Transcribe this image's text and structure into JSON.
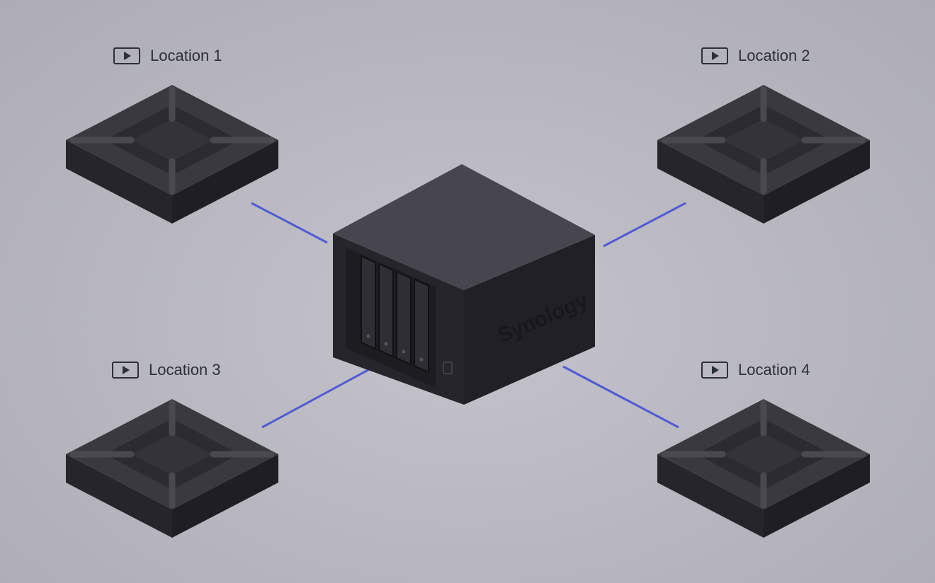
{
  "hub": {
    "brand": "Synology",
    "bay_count": 4
  },
  "locations": [
    {
      "label": "Location 1",
      "icon": "play-video-icon"
    },
    {
      "label": "Location 2",
      "icon": "play-video-icon"
    },
    {
      "label": "Location 3",
      "icon": "play-video-icon"
    },
    {
      "label": "Location 4",
      "icon": "play-video-icon"
    }
  ],
  "colors": {
    "connector": "#4f5bd5",
    "device": "#2a2a30",
    "text": "#2b303a"
  }
}
